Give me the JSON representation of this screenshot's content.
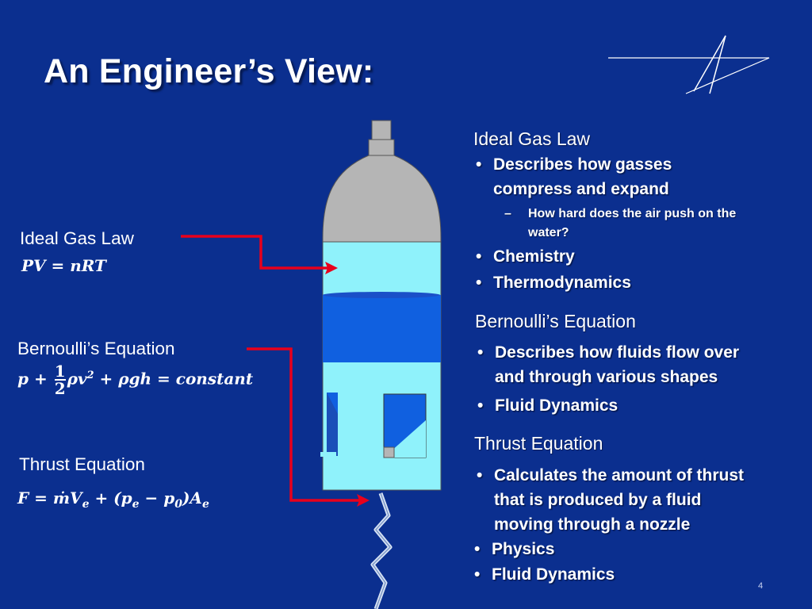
{
  "slide": {
    "title": "An Engineer’s View:",
    "page_number": "4"
  },
  "left_labels": {
    "ideal_gas_law": {
      "label": "Ideal Gas Law",
      "equation": "PV = nRT"
    },
    "bernoulli": {
      "label": "Bernoulli’s Equation",
      "eq_prefix": "p +",
      "eq_frac_num": "1",
      "eq_frac_den": "2",
      "eq_rest": "ρv",
      "eq_exp": "2",
      "eq_tail": " + ρgh = constant"
    },
    "thrust": {
      "label": "Thrust Equation",
      "eq_a": "F = ṁV",
      "eq_a_sub": "e",
      "eq_b": " + (p",
      "eq_b_sub": "e",
      "eq_c": " − p",
      "eq_c_sub": "0",
      "eq_d": ")A",
      "eq_d_sub": "e"
    }
  },
  "right_panel": {
    "ideal_gas_law": {
      "heading": "Ideal Gas Law",
      "bullet1_line1": "Describes how gasses",
      "bullet1_line2": "compress and expand",
      "sub1_line1": "How hard does the air push on the",
      "sub1_line2": "water?",
      "bullet2": "Chemistry",
      "bullet3": "Thermodynamics"
    },
    "bernoulli": {
      "heading": "Bernoulli’s Equation",
      "bullet1_line1": "Describes how fluids flow over",
      "bullet1_line2": "and through various shapes",
      "bullet2": "Fluid Dynamics"
    },
    "thrust": {
      "heading": "Thrust Equation",
      "bullet1_line1": "Calculates the amount of thrust",
      "bullet1_line2": "that is produced by a fluid",
      "bullet1_line3": "moving through a nozzle",
      "bullet2": "Physics",
      "bullet3": "Fluid Dynamics"
    },
    "bullet_glyph": "•",
    "dash_glyph": "–"
  },
  "colors": {
    "background": "#0b2f8f",
    "arrow": "#e8001c",
    "water": "#8ff2fb",
    "water_band": "#1060e0",
    "air": "#b5b5b5"
  }
}
